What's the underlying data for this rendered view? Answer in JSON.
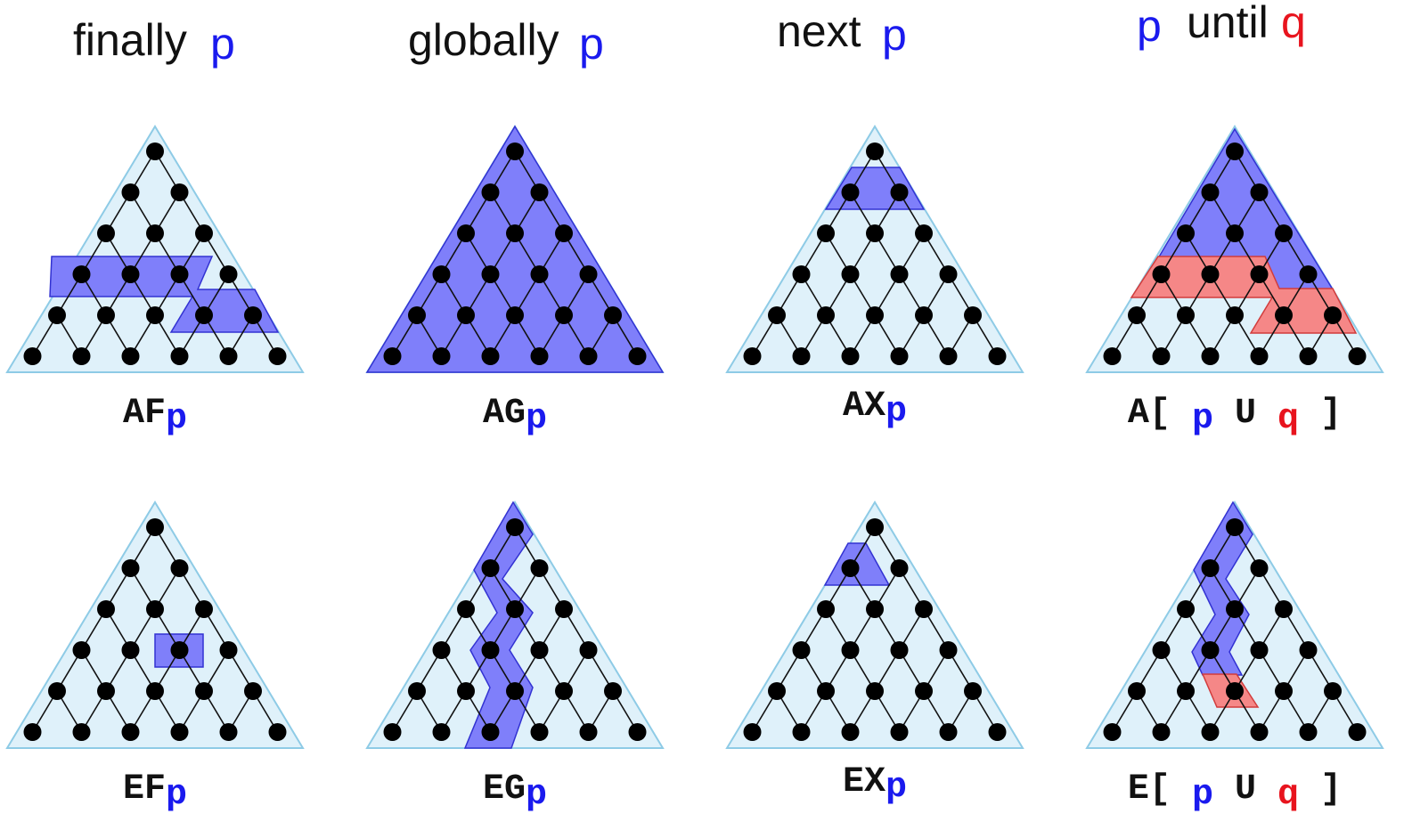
{
  "colors": {
    "p": "#1a1aee",
    "q": "#e8141e",
    "text": "#111111",
    "tree_bg": "#dff1fa",
    "tree_border": "#8ecbe6",
    "p_fill": "#7f7ffa",
    "p_stroke": "#3232d2",
    "q_fill": "#f58787",
    "q_stroke": "#d23c3c"
  },
  "columns": [
    {
      "id": "finally",
      "heading": [
        {
          "text": "finally",
          "role": "plain"
        },
        {
          "text": "p",
          "role": "p"
        }
      ]
    },
    {
      "id": "globally",
      "heading": [
        {
          "text": "globally",
          "role": "plain"
        },
        {
          "text": "p",
          "role": "p"
        }
      ]
    },
    {
      "id": "next",
      "heading": [
        {
          "text": "next",
          "role": "plain"
        },
        {
          "text": "p",
          "role": "p"
        }
      ]
    },
    {
      "id": "until",
      "heading": [
        {
          "text": "p",
          "role": "p"
        },
        {
          "text": "until",
          "role": "plain"
        },
        {
          "text": "q",
          "role": "q"
        }
      ]
    }
  ],
  "diagrams": [
    {
      "id": "af",
      "formula": [
        {
          "text": "AF",
          "role": "plain"
        },
        {
          "text": "p",
          "role": "p"
        }
      ]
    },
    {
      "id": "ag",
      "formula": [
        {
          "text": "AG",
          "role": "plain"
        },
        {
          "text": "p",
          "role": "p"
        }
      ]
    },
    {
      "id": "ax",
      "formula": [
        {
          "text": "AX",
          "role": "plain"
        },
        {
          "text": "p",
          "role": "p"
        }
      ]
    },
    {
      "id": "au",
      "formula": [
        {
          "text": "A[",
          "role": "plain"
        },
        {
          "text": "p",
          "role": "p"
        },
        {
          "text": "U",
          "role": "plain"
        },
        {
          "text": "q",
          "role": "q"
        },
        {
          "text": "]",
          "role": "plain"
        }
      ]
    },
    {
      "id": "ef",
      "formula": [
        {
          "text": "EF",
          "role": "plain"
        },
        {
          "text": "p",
          "role": "p"
        }
      ]
    },
    {
      "id": "eg",
      "formula": [
        {
          "text": "EG",
          "role": "plain"
        },
        {
          "text": "p",
          "role": "p"
        }
      ]
    },
    {
      "id": "ex",
      "formula": [
        {
          "text": "EX",
          "role": "plain"
        },
        {
          "text": "p",
          "role": "p"
        }
      ]
    },
    {
      "id": "eu",
      "formula": [
        {
          "text": "E[",
          "role": "plain"
        },
        {
          "text": "p",
          "role": "p"
        },
        {
          "text": "U",
          "role": "plain"
        },
        {
          "text": "q",
          "role": "q"
        },
        {
          "text": "]",
          "role": "plain"
        }
      ]
    }
  ]
}
